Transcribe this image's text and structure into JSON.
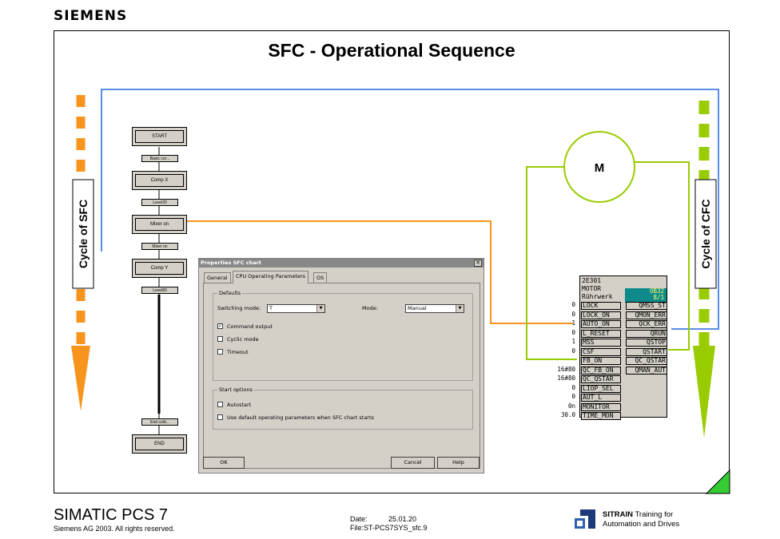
{
  "brand": "SIEMENS",
  "title": "SFC - Operational Sequence",
  "labels": {
    "cycle_sfc": "Cycle of SFC",
    "cycle_cfc": "Cycle of CFC",
    "motor": "M"
  },
  "sfc": {
    "steps": [
      "START",
      "Comp X",
      "Mixer on",
      "Comp Y",
      "END"
    ],
    "transitions": [
      "Basic cor...",
      "Level20",
      "Mixer on",
      "Level80",
      "End cold..."
    ]
  },
  "dialog": {
    "title": "Properties SFC chart",
    "tabs": [
      "General",
      "CPU Operating Parameters",
      "OS"
    ],
    "defaults_group": "Defaults",
    "switching_mode_label": "Switching mode:",
    "switching_mode_value": "T",
    "mode_label": "Mode:",
    "mode_value": "Manual",
    "options": [
      {
        "label": "Command output",
        "checked": true
      },
      {
        "label": "Cyclic mode",
        "checked": false
      },
      {
        "label": "Timeout",
        "checked": false
      }
    ],
    "start_group": "Start options",
    "start_options": [
      {
        "label": "Autostart",
        "checked": false
      },
      {
        "label": "Use default operating parameters when SFC chart starts",
        "checked": false
      }
    ],
    "ok": "OK",
    "cancel": "Cancel",
    "help": "Help"
  },
  "cfc_block": {
    "id": "2E301",
    "type": "MOTOR",
    "name": "Rührwerk",
    "ob": "OB32",
    "seq": "8/1",
    "inputs": [
      {
        "value": "0",
        "pin": "LOCK"
      },
      {
        "value": "0",
        "pin": "LOCK_ON"
      },
      {
        "value": "1",
        "pin": "AUTO_ON"
      },
      {
        "value": "0",
        "pin": "L_RESET"
      },
      {
        "value": "1",
        "pin": "MSS"
      },
      {
        "value": "0",
        "pin": "CSF"
      },
      {
        "value": "",
        "pin": "FB_ON"
      },
      {
        "value": "16#80",
        "pin": "QC_FB_ON"
      },
      {
        "value": "16#80",
        "pin": "QC_QSTAR"
      },
      {
        "value": "0",
        "pin": "LIOP_SEL"
      },
      {
        "value": "0",
        "pin": "AUT_L"
      },
      {
        "value": "0n",
        "pin": "MONITOR"
      },
      {
        "value": "30.0",
        "pin": "TIME_MON"
      }
    ],
    "outputs": [
      "QMSS_ST",
      "QMON_ERR",
      "QCK_ERR",
      "QRUN",
      "QSTOP",
      "QSTART",
      "QC_QSTAR",
      "QMAN_AUT"
    ]
  },
  "colors": {
    "orange": "#f7941d",
    "green": "#99cc00",
    "blue": "#5b8de6",
    "teal": "#0f8a8a"
  },
  "footer": {
    "product": "SIMATIC PCS 7",
    "copyright": "Siemens AG 2003. All rights reserved.",
    "date_label": "Date:",
    "date_value": "25.01.20",
    "file": "File:ST-PCS7SYS_sfc.9",
    "sitrain_bold": "SITRAIN",
    "sitrain_rest": " Training for",
    "sitrain_line2": "Automation and Drives"
  }
}
